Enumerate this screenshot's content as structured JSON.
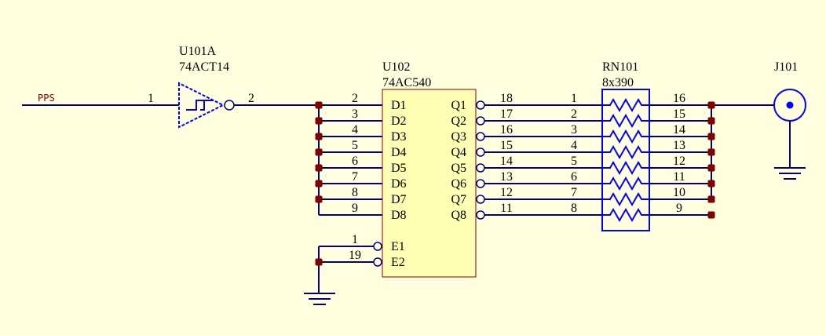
{
  "colors": {
    "background": "#ffffe0",
    "wire": "#000080",
    "component": "#0000ff",
    "junction": "#800000",
    "ic_fill": "#ffffb4",
    "ic_stroke": "#8b0000",
    "text": "#000000",
    "net_label": "#800000"
  },
  "net_label": "PPS",
  "u101a": {
    "ref": "U101A",
    "value": "74ACT14",
    "pin_in": "1",
    "pin_out": "2"
  },
  "u102": {
    "ref": "U102",
    "value": "74AC540",
    "d_pins": [
      {
        "num": "2",
        "name": "D1"
      },
      {
        "num": "3",
        "name": "D2"
      },
      {
        "num": "4",
        "name": "D3"
      },
      {
        "num": "5",
        "name": "D4"
      },
      {
        "num": "6",
        "name": "D5"
      },
      {
        "num": "7",
        "name": "D6"
      },
      {
        "num": "8",
        "name": "D7"
      },
      {
        "num": "9",
        "name": "D8"
      }
    ],
    "q_pins": [
      {
        "num": "18",
        "name": "Q1"
      },
      {
        "num": "17",
        "name": "Q2"
      },
      {
        "num": "16",
        "name": "Q3"
      },
      {
        "num": "15",
        "name": "Q4"
      },
      {
        "num": "14",
        "name": "Q5"
      },
      {
        "num": "13",
        "name": "Q6"
      },
      {
        "num": "12",
        "name": "Q7"
      },
      {
        "num": "11",
        "name": "Q8"
      }
    ],
    "e_pins": [
      {
        "num": "1",
        "name": "E1"
      },
      {
        "num": "19",
        "name": "E2"
      }
    ]
  },
  "rn101": {
    "ref": "RN101",
    "value": "8x390",
    "left_pins": [
      "1",
      "2",
      "3",
      "4",
      "5",
      "6",
      "7",
      "8"
    ],
    "right_pins": [
      "16",
      "15",
      "14",
      "13",
      "12",
      "11",
      "10",
      "9"
    ]
  },
  "j101": {
    "ref": "J101"
  }
}
